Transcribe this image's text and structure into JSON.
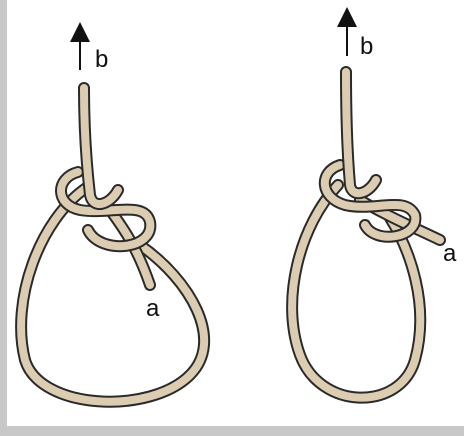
{
  "diagram": {
    "rope_color": "#dccdb2",
    "rope_outline": "#2a2a2a",
    "frame_color": "#c8c8c8",
    "knots": [
      {
        "id": "left",
        "end_label_pull": "b",
        "end_label_tail": "a"
      },
      {
        "id": "right",
        "end_label_pull": "b",
        "end_label_tail": "a"
      }
    ],
    "icons": [
      "arrow-up-icon",
      "arrow-up-icon"
    ]
  }
}
